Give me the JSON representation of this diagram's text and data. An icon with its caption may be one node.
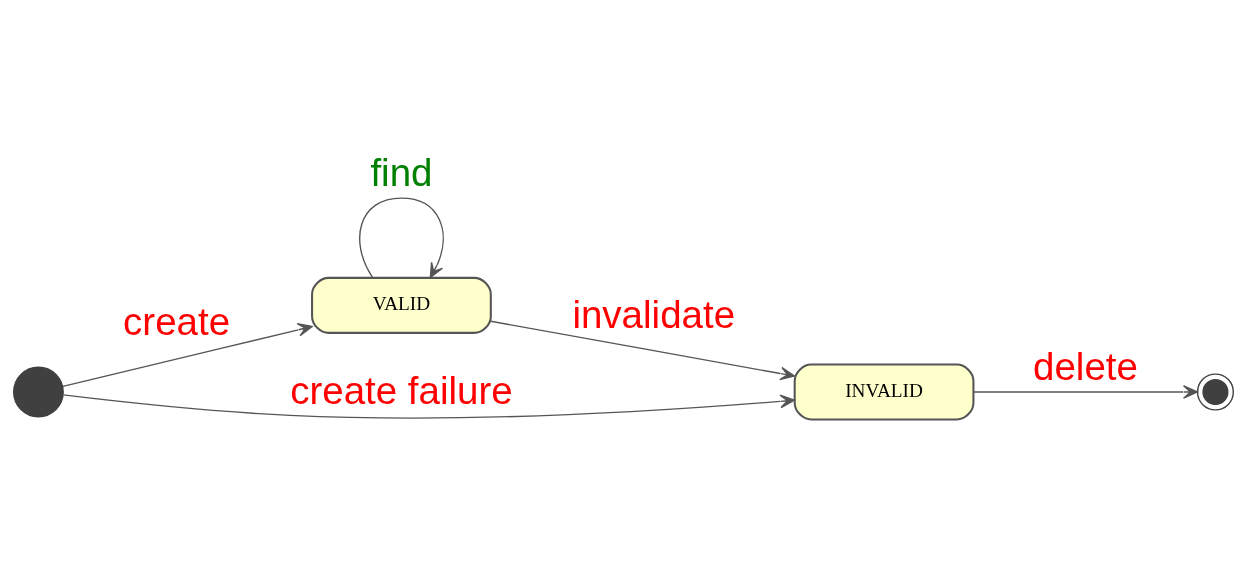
{
  "diagram": {
    "nodes": [
      {
        "text": [],
        "shape": "circle"
      },
      {
        "text": [
          "VALID"
        ]
      },
      {
        "text": [
          "INVALID"
        ]
      },
      {
        "text": [],
        "shape": "doublecircle"
      }
    ],
    "edges": [
      {
        "from": 0,
        "to": 1,
        "arrow": "to",
        "label": "create"
      },
      {
        "from": 1,
        "to": 1,
        "arrow": "to",
        "label": "find"
      },
      {
        "from": 1,
        "to": 2,
        "arrow": "to",
        "label": "invalidate"
      },
      {
        "from": 2,
        "to": 3,
        "arrow": "to",
        "label": "delete"
      },
      {
        "from": 0,
        "to": 2,
        "arrow": "to",
        "label": "create failure"
      }
    ]
  }
}
